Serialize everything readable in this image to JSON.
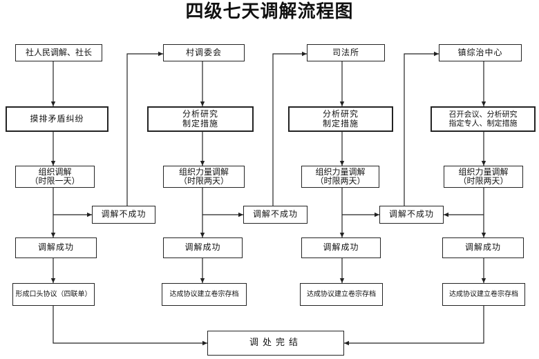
{
  "title": "四级七天调解流程图",
  "columns": [
    {
      "level": "社人民调解、社长",
      "step": "摸排矛盾纠纷",
      "mediate": "组织调解\n（时限一天）",
      "success": "调解成功",
      "outcome": "形成口头协议（四联单）"
    },
    {
      "level": "村调委会",
      "step": "分析研究\n制定措施",
      "mediate": "组织力量调解\n（时限两天）",
      "success": "调解成功",
      "outcome": "达成协议建立卷宗存档"
    },
    {
      "level": "司法所",
      "step": "分析研究\n制定措施",
      "mediate": "组织力量调解\n（时限两天）",
      "success": "调解成功",
      "outcome": "达成协议建立卷宗存档"
    },
    {
      "level": "镇综治中心",
      "step": "召开会议、分析研究\n指定专人、制定措施",
      "mediate": "组织力量调解\n（时限两天）",
      "success": "调解成功",
      "outcome": "达成协议建立卷宗存档"
    }
  ],
  "failures": [
    "调解不成功",
    "调解不成功",
    "调解不成功"
  ],
  "final": "调处完结"
}
